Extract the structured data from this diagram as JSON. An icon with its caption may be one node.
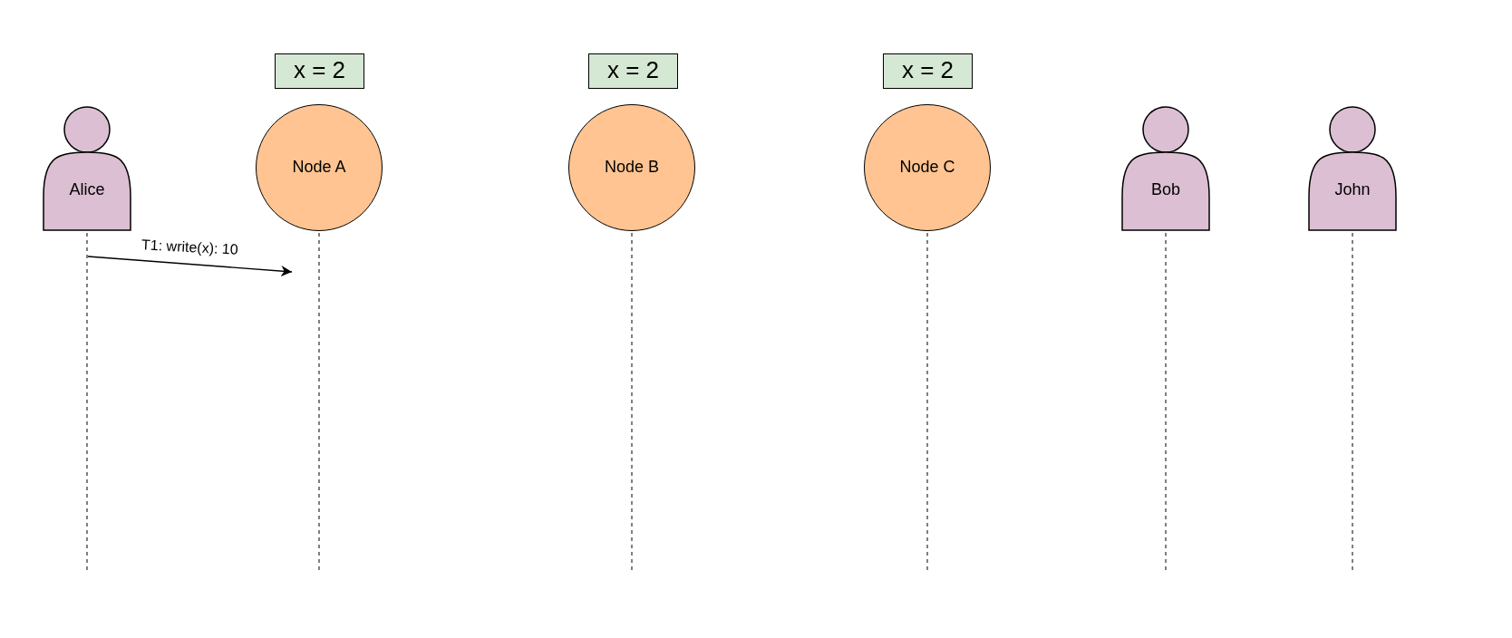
{
  "diagram": {
    "nodes": [
      {
        "text": [
          "Alice"
        ]
      },
      {
        "text": [
          "x = 2"
        ]
      },
      {
        "text": [
          "Node A"
        ]
      },
      {
        "text": [
          "x = 2"
        ]
      },
      {
        "text": [
          "Node B"
        ]
      },
      {
        "text": [
          "x = 2"
        ]
      },
      {
        "text": [
          "Node C"
        ]
      },
      {
        "text": [
          "Bob"
        ]
      },
      {
        "text": [
          "John"
        ]
      }
    ],
    "edges": [
      {
        "from": 0,
        "to": 2,
        "arrow": "to",
        "label": "T1: write(x): 10"
      }
    ]
  }
}
